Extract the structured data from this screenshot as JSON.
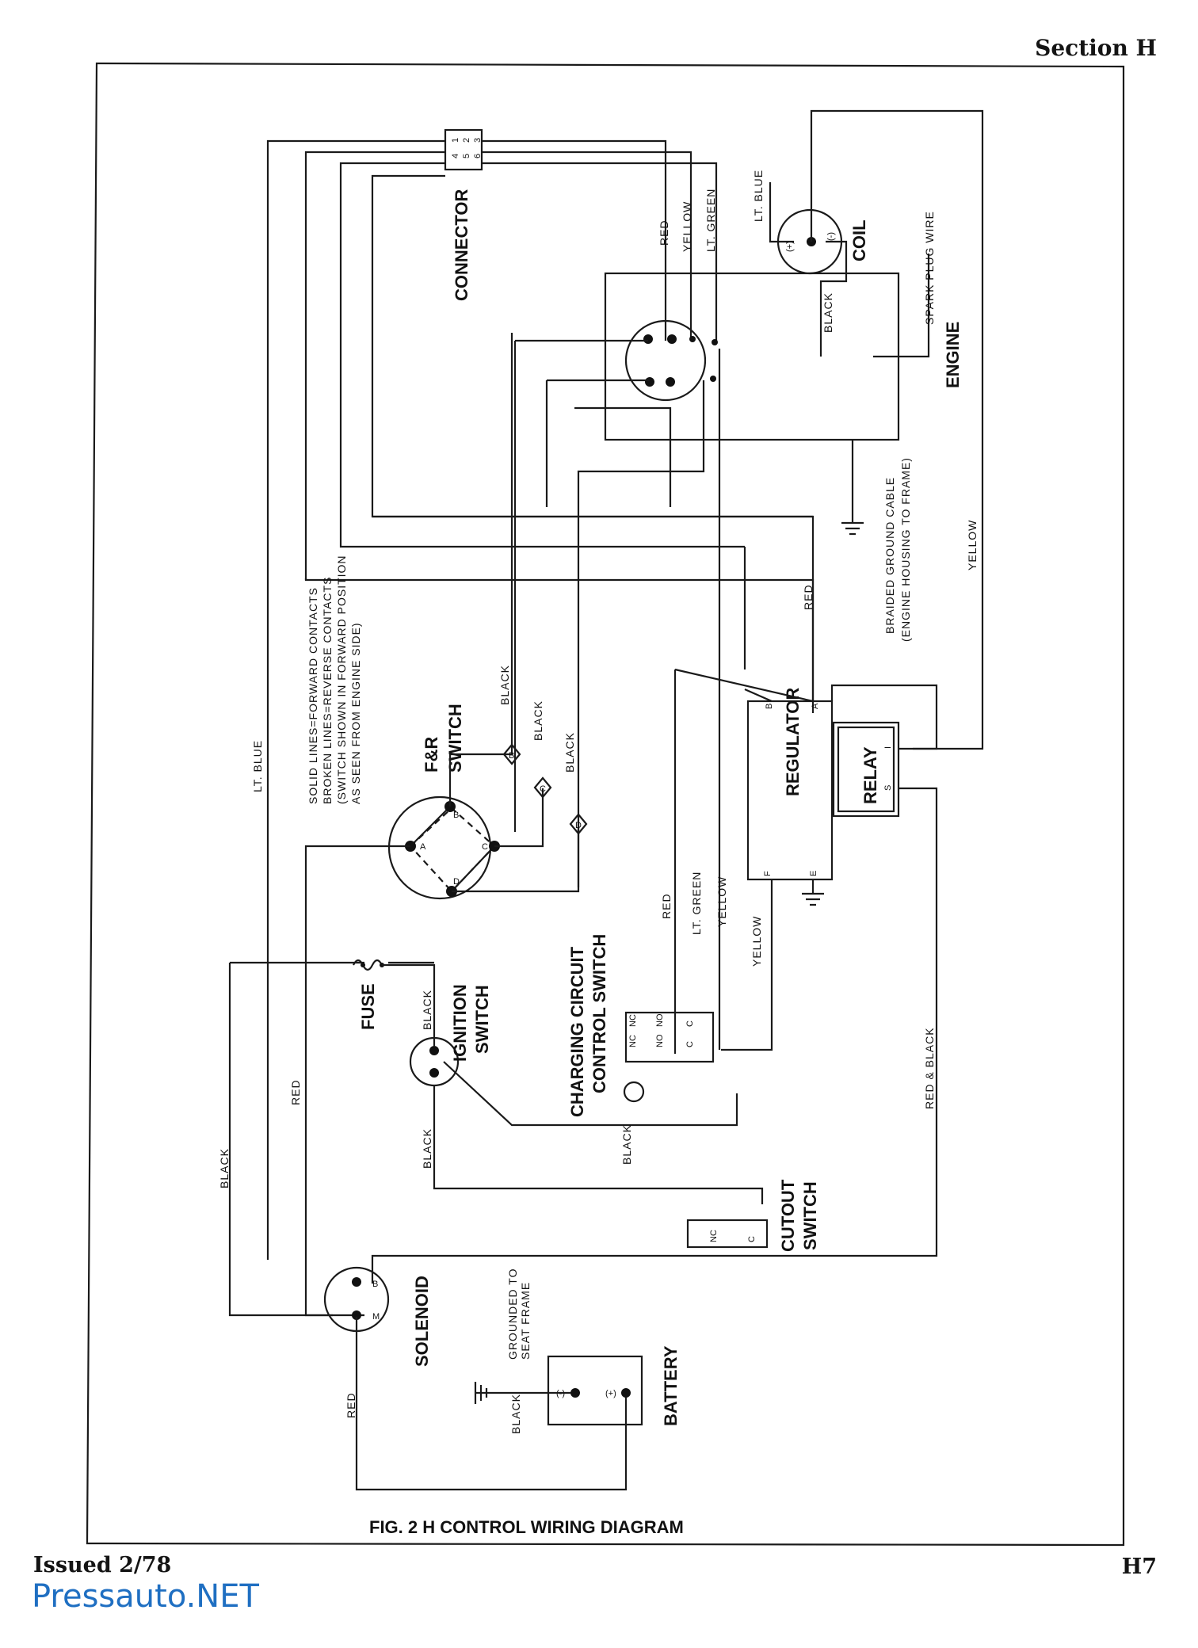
{
  "header": {
    "section": "Section H"
  },
  "caption": "FIG. 2 H   CONTROL WIRING DIAGRAM",
  "footer": {
    "issued": "Issued 2/78",
    "page": "H7",
    "brand": "Pressauto.NET"
  },
  "components": {
    "connector": "CONNECTOR",
    "connector_pins": [
      "1",
      "2",
      "3",
      "4",
      "5",
      "6"
    ],
    "coil": "COIL",
    "engine": "ENGINE",
    "fr_switch": [
      "F&R",
      "SWITCH"
    ],
    "regulator": "REGULATOR",
    "relay": "RELAY",
    "fuse": "FUSE",
    "ignition_switch": [
      "IGNITION",
      "SWITCH"
    ],
    "charging_switch": [
      "CHARGING CIRCUIT",
      "CONTROL SWITCH"
    ],
    "cutout_switch": [
      "CUTOUT",
      "SWITCH"
    ],
    "solenoid": "SOLENOID",
    "battery": "BATTERY"
  },
  "notes": {
    "switch_note": [
      "SOLID LINES=FORWARD CONTACTS",
      "BROKEN LINES=REVERSE CONTACTS",
      "(SWITCH SHOWN IN FORWARD POSITION",
      "AS SEEN FROM ENGINE SIDE)"
    ],
    "ground_cable": [
      "BRAIDED GROUND CABLE",
      "(ENGINE HOUSING TO FRAME)"
    ],
    "grounded_to": [
      "GROUNDED TO",
      "SEAT FRAME"
    ],
    "spark_plug": "SPARK PLUG WIRE"
  },
  "wire_colors": {
    "red": "RED",
    "yellow": "YELLOW",
    "lt_green": "LT. GREEN",
    "lt_blue": "LT. BLUE",
    "black": "BLACK",
    "red_black": "RED & BLACK"
  },
  "terminals": {
    "fr": [
      "A",
      "B",
      "C",
      "D"
    ],
    "tags": [
      "B",
      "C",
      "D"
    ],
    "regulator": [
      "B",
      "A",
      "F",
      "E"
    ],
    "relay": [
      "I",
      "S"
    ],
    "coil_plus": "(+)",
    "coil_minus": "(-)",
    "charging": [
      "NC",
      "NO",
      "C",
      "NC",
      "NO",
      "C"
    ],
    "cutout": [
      "NC",
      "C"
    ],
    "solenoid": [
      "B",
      "M"
    ],
    "battery_neg": "(-)",
    "battery_pos": "(+)"
  }
}
